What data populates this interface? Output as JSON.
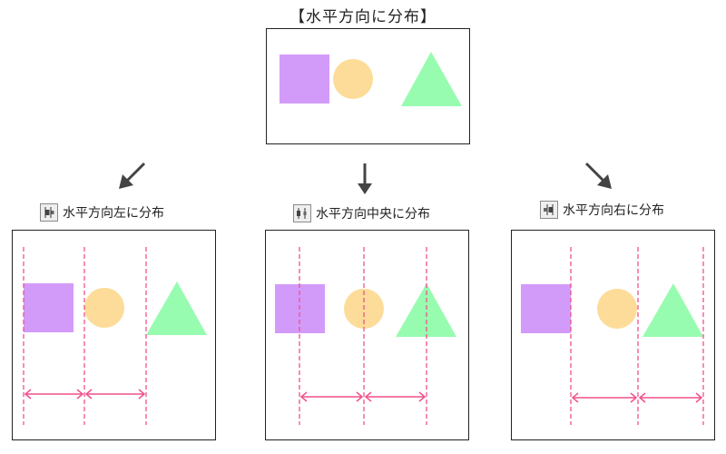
{
  "title": "【水平方向に分布】",
  "panels": [
    {
      "label": "水平方向左に分布",
      "icon": "distribute-left-icon"
    },
    {
      "label": "水平方向中央に分布",
      "icon": "distribute-center-icon"
    },
    {
      "label": "水平方向右に分布",
      "icon": "distribute-right-icon"
    }
  ],
  "colors": {
    "square": "#d39bf9",
    "circle": "#fcdc98",
    "triangle": "#98fcb0",
    "guide": "#f0508c",
    "frame": "#222222",
    "arrow": "#444444"
  }
}
